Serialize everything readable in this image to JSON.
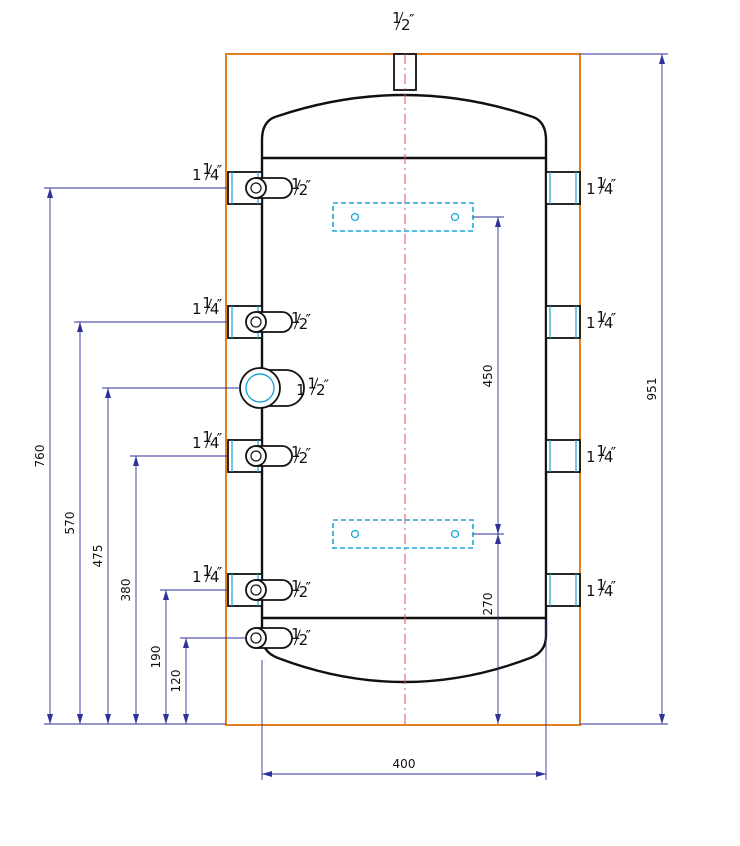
{
  "top_connection": {
    "whole": "",
    "num": "1",
    "den": "2"
  },
  "left_ports": [
    {
      "whole": "1",
      "num": "1",
      "den": "4"
    },
    {
      "whole": "1",
      "num": "1",
      "den": "4"
    },
    {
      "whole": "1",
      "num": "1",
      "den": "4"
    },
    {
      "whole": "1",
      "num": "1",
      "den": "4"
    }
  ],
  "right_ports": [
    {
      "whole": "1",
      "num": "1",
      "den": "4"
    },
    {
      "whole": "1",
      "num": "1",
      "den": "4"
    },
    {
      "whole": "1",
      "num": "1",
      "den": "4"
    },
    {
      "whole": "1",
      "num": "1",
      "den": "4"
    }
  ],
  "small_connections": [
    {
      "whole": "",
      "num": "1",
      "den": "2"
    },
    {
      "whole": "",
      "num": "1",
      "den": "2"
    },
    {
      "whole": "",
      "num": "1",
      "den": "2"
    },
    {
      "whole": "",
      "num": "1",
      "den": "2"
    },
    {
      "whole": "",
      "num": "1",
      "den": "2"
    }
  ],
  "large_connection": {
    "whole": "1",
    "num": "1",
    "den": "2"
  },
  "dimensions": {
    "d760": "760",
    "d570": "570",
    "d475": "475",
    "d380": "380",
    "d190": "190",
    "d120": "120",
    "d951": "951",
    "d450": "450",
    "d270": "270",
    "d400": "400"
  },
  "colors": {
    "frame": "#e37f1e",
    "dimension": "#2d2f9a",
    "axis": "#d9534f",
    "heat_exchanger": "#1aa7d8",
    "tank": "#111111"
  }
}
